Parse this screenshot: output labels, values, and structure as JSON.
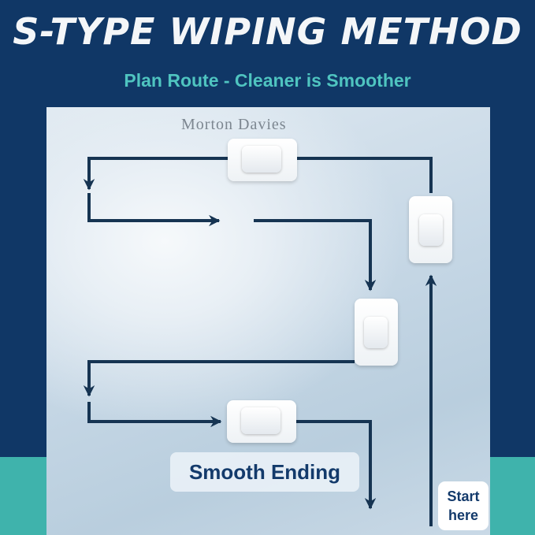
{
  "header": {
    "title": "S-TYPE WIPING METHOD",
    "subtitle": "Plan Route - Cleaner is Smoother"
  },
  "watermark": "Morton Davies",
  "labels": {
    "ending": "Smooth Ending",
    "start_line1": "Start",
    "start_line2": "here"
  },
  "colors": {
    "navy": "#103766",
    "teal": "#3fb3ac",
    "accent_text": "#4fc4c0",
    "route_line": "#163452"
  }
}
